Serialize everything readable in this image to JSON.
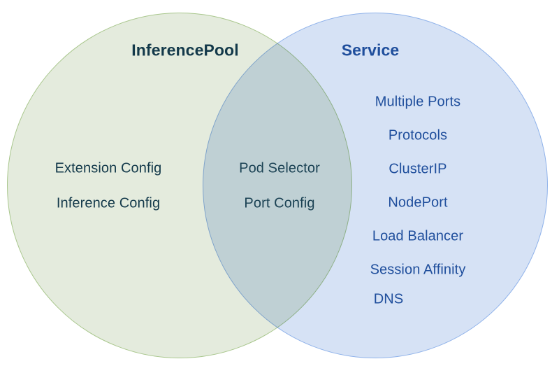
{
  "diagram": {
    "type": "venn",
    "background_color": "#ffffff",
    "left_set": {
      "title": "InferencePool",
      "title_color": "#13394a",
      "fill_color": "#e4ebdd",
      "border_color": "#a9c78d",
      "items": [
        "Extension Config",
        "Inference Config"
      ]
    },
    "right_set": {
      "title": "Service",
      "title_color": "#1f4e9c",
      "fill_color": "#d6e2f5",
      "border_color": "#8fb2ea",
      "items": [
        "Multiple Ports",
        "Protocols",
        "ClusterIP",
        "NodePort",
        "Load Balancer",
        "Session Affinity",
        "DNS"
      ]
    },
    "intersection": {
      "fill_color": "#d6e3da",
      "text_color": "#1b4254",
      "items": [
        "Pod Selector",
        "Port Config"
      ]
    }
  }
}
